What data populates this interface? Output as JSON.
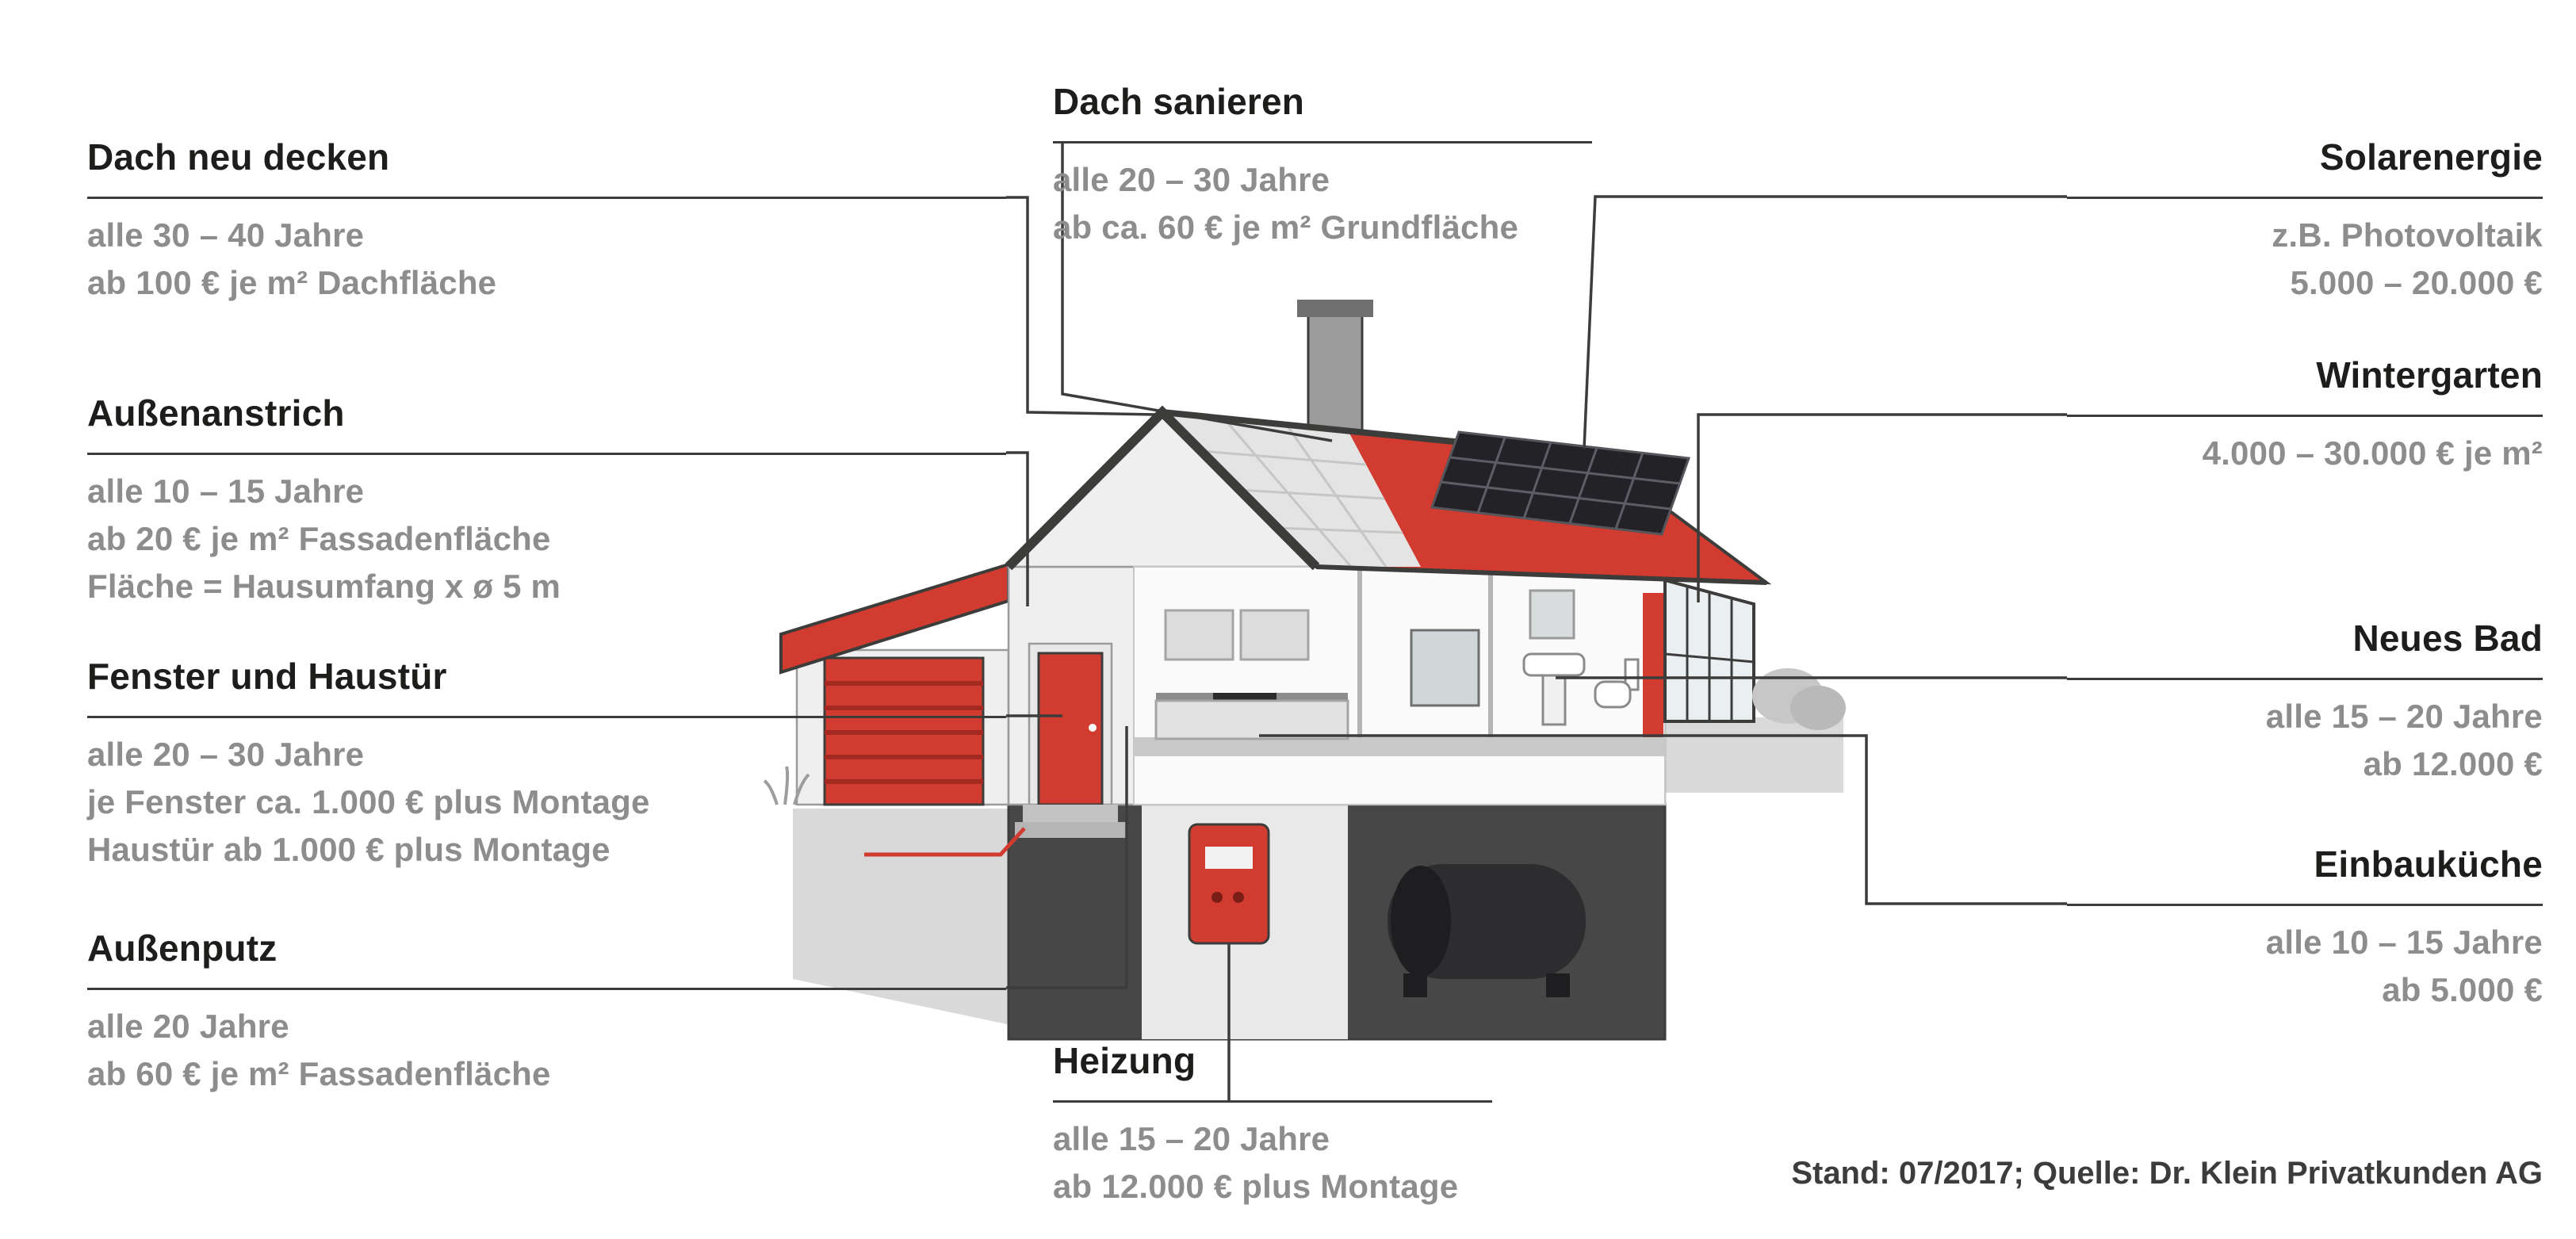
{
  "colors": {
    "accent_red": "#d23b2f",
    "text_dark": "#1d1d1b",
    "text_gray": "#8d8d8d",
    "line": "#3c3c3b"
  },
  "labels": {
    "dach_neu_decken": {
      "title": "Dach neu decken",
      "lines": [
        "alle 30 – 40 Jahre",
        "ab 100 € je m² Dachfläche"
      ]
    },
    "aussenanstrich": {
      "title": "Außenanstrich",
      "lines": [
        "alle 10 – 15 Jahre",
        "ab 20 € je m² Fassadenfläche",
        "Fläche = Hausumfang x ø 5 m"
      ]
    },
    "fenster_und_haustuer": {
      "title": "Fenster und Haustür",
      "lines": [
        "alle 20 – 30 Jahre",
        "je Fenster ca. 1.000 € plus Montage",
        "Haustür ab 1.000 € plus Montage"
      ]
    },
    "aussenputz": {
      "title": "Außenputz",
      "lines": [
        "alle 20 Jahre",
        "ab 60 € je m² Fassadenfläche"
      ]
    },
    "dach_sanieren": {
      "title": "Dach sanieren",
      "lines": [
        "alle 20 – 30 Jahre",
        "ab ca. 60 € je m² Grundfläche"
      ]
    },
    "heizung": {
      "title": "Heizung",
      "lines": [
        "alle 15 – 20 Jahre",
        "ab 12.000 € plus Montage"
      ]
    },
    "solarenergie": {
      "title": "Solarenergie",
      "lines": [
        "z.B. Photovoltaik",
        "5.000 – 20.000 €"
      ]
    },
    "wintergarten": {
      "title": "Wintergarten",
      "lines": [
        "4.000 – 30.000 € je m²"
      ]
    },
    "neues_bad": {
      "title": "Neues Bad",
      "lines": [
        "alle 15 – 20 Jahre",
        "ab 12.000 €"
      ]
    },
    "einbaukueche": {
      "title": "Einbauküche",
      "lines": [
        "alle 10 – 15 Jahre",
        "ab 5.000 €"
      ]
    }
  },
  "footer": "Stand: 07/2017; Quelle: Dr. Klein Privatkunden AG"
}
